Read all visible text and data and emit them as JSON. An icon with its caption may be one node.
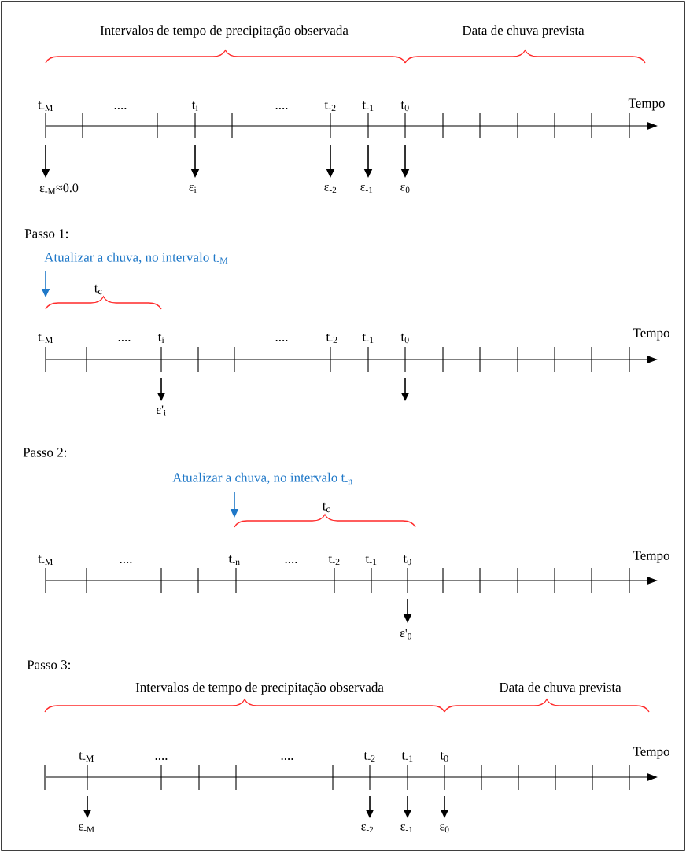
{
  "diagram": {
    "labels": [
      "Intervalos de tempo de precipitação observada",
      "Data de chuva prevista",
      "t$_{-M}$",
      "....",
      "t$_{i}$",
      "....",
      "t$_{-2}$",
      "t$_{-1}$",
      "t$_{0}$",
      "Tempo",
      "ε$_{-M}$≈0.0",
      "ε$_{i}$",
      "ε$_{-2}$",
      "ε$_{-1}$",
      "ε$_{0}$",
      "Passo 1:",
      "Atualizar a chuva, no intervalo t$_{-M}$",
      "t$_{c}$",
      "t$_{-M}$",
      "....",
      "t$_{i}$",
      "....",
      "t$_{-2}$",
      "t$_{-1}$",
      "t$_{0}$",
      "Tempo",
      "ε'$_{i}$",
      "Passo 2:",
      "Atualizar a chuva, no intervalo t$_{-n}$",
      "t$_{c}$",
      "t$_{-M}$",
      "....",
      "t$_{-n}$",
      "....",
      "t$_{-2}$",
      "t$_{-1}$",
      "t$_{0}$",
      "Tempo",
      "ε'$_{0}$",
      "Passo 3:",
      "Intervalos de tempo de precipitação observada",
      "Data de chuva prevista",
      "t$_{-M}$",
      "....",
      "....",
      "t$_{-2}$",
      "t$_{-1}$",
      "t$_{0}$",
      "Tempo",
      "ε$_{-M}$",
      "ε$_{-2}$",
      "ε$_{-1}$",
      "ε$_{0}$"
    ]
  }
}
